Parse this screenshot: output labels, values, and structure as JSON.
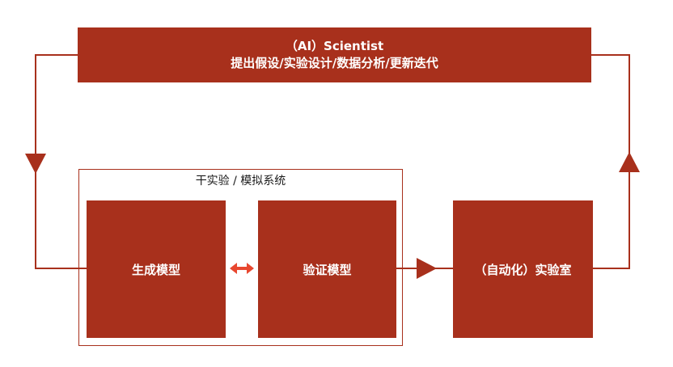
{
  "ai_scientist": {
    "title": "（AI）Scientist",
    "tasks": "提出假设/实验设计/数据分析/更新迭代"
  },
  "dry_lab": {
    "label": "干实验 / 模拟系统",
    "generate_model": "生成模型",
    "verify_model": "验证模型"
  },
  "wet_lab": {
    "label": "（自动化）实验室"
  },
  "colors": {
    "accent": "#a8301c"
  }
}
